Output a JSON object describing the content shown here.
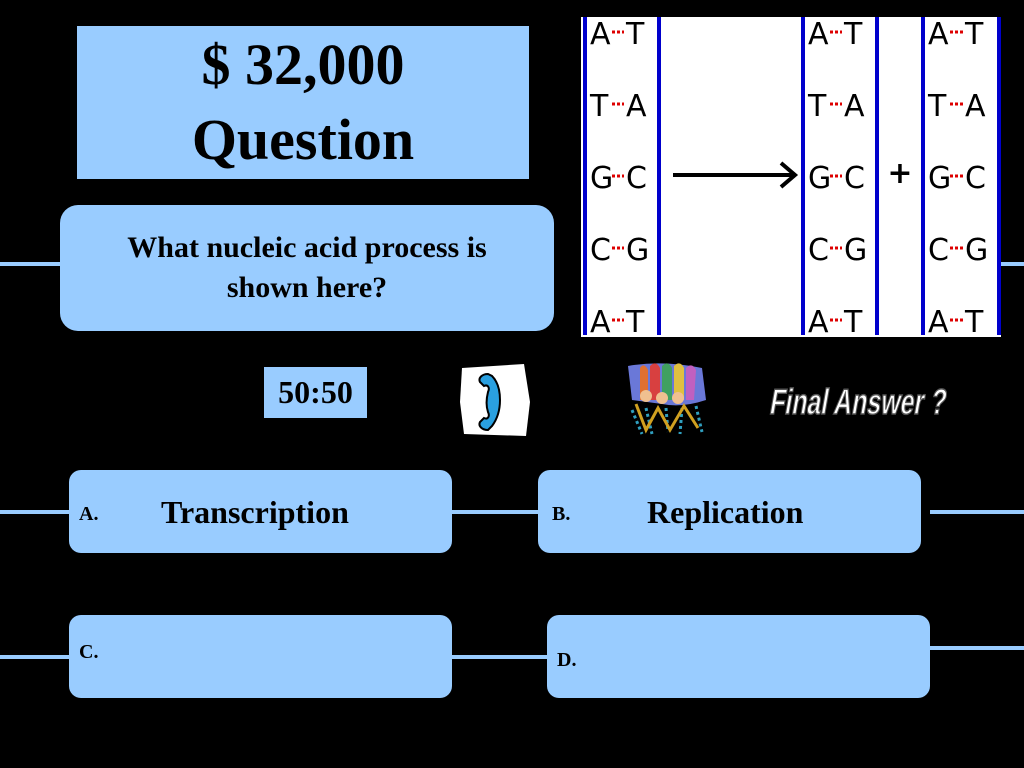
{
  "prize": {
    "amount": "$ 32,000",
    "label": "Question"
  },
  "question": {
    "text": "What nucleic acid process is shown here?"
  },
  "lifelines": {
    "fifty_fifty_label": "50:50",
    "final_answer_label": "Final Answer ?"
  },
  "answers": [
    {
      "letter": "A.",
      "text": "Transcription"
    },
    {
      "letter": "B.",
      "text": "Replication"
    },
    {
      "letter": "C.",
      "text": ""
    },
    {
      "letter": "D.",
      "text": ""
    }
  ],
  "diagram": {
    "pairs": [
      [
        "A",
        "T"
      ],
      [
        "T",
        "A"
      ],
      [
        "G",
        "C"
      ],
      [
        "C",
        "G"
      ],
      [
        "A",
        "T"
      ]
    ],
    "plus_sign": "+"
  },
  "colors": {
    "box": "#99ccff",
    "background": "#000000",
    "strand": "#0000cc",
    "bond": "#dd0000"
  }
}
